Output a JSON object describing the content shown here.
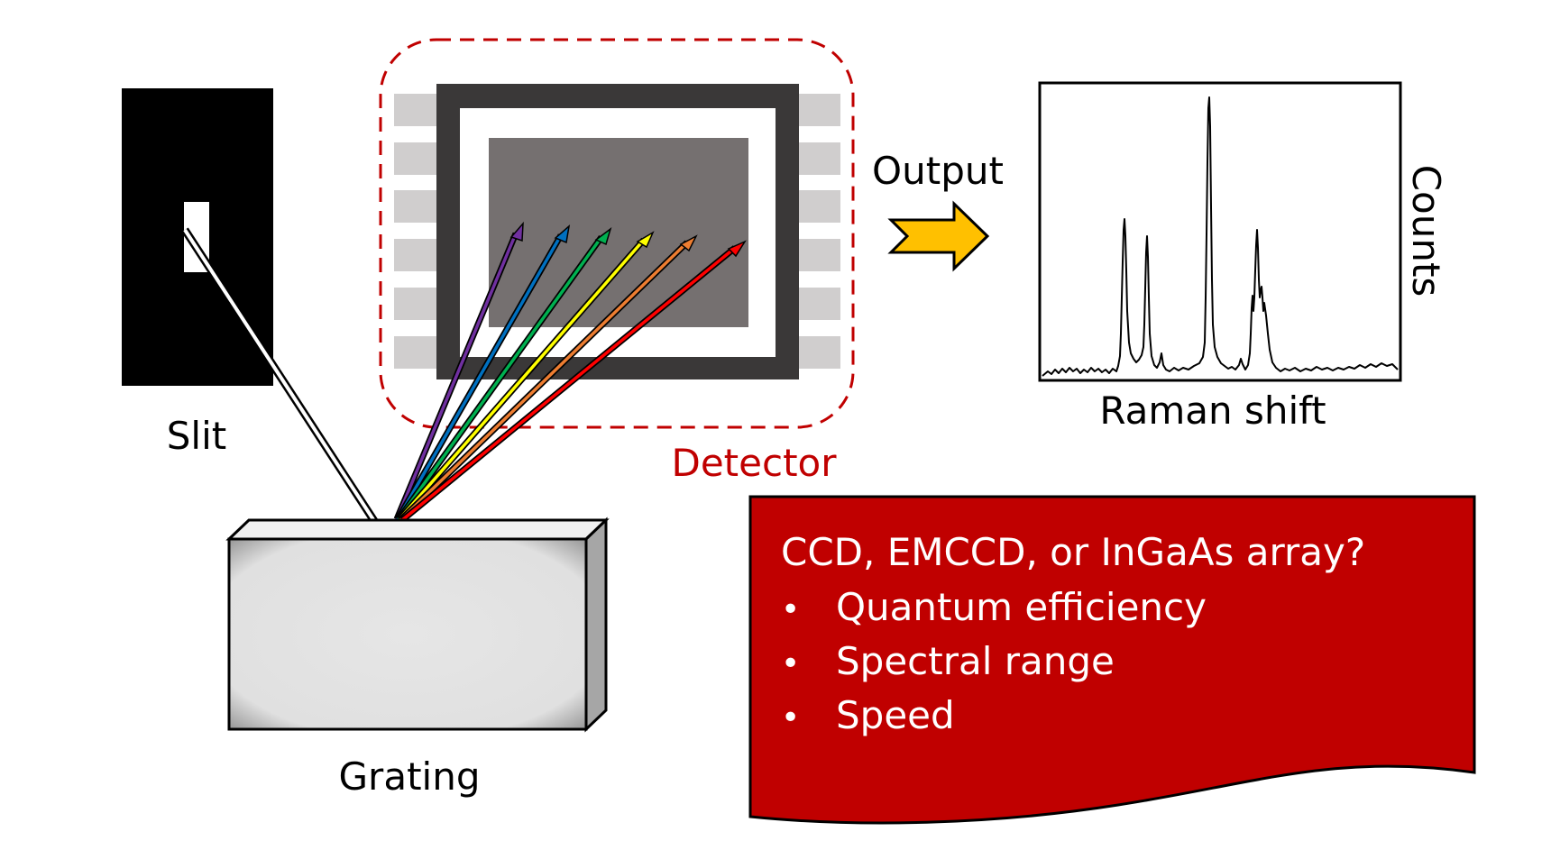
{
  "labels": {
    "slit": "Slit",
    "grating": "Grating",
    "detector": "Detector",
    "output": "Output",
    "raman_shift": "Raman shift",
    "counts": "Counts"
  },
  "callout": {
    "heading": "CCD, EMCCD, or InGaAs array?",
    "bullets": [
      "Quantum efficiency",
      "Spectral range",
      "Speed"
    ]
  },
  "colors": {
    "detector_accent": "#c00000",
    "callout_fill": "#c00000",
    "arrow_fill": "#ffc000",
    "sensor_gray": "#757070",
    "ray_colors": [
      "#7030a0",
      "#0070c0",
      "#00b050",
      "#ffff00",
      "#ed7d31",
      "#ff0000"
    ]
  }
}
